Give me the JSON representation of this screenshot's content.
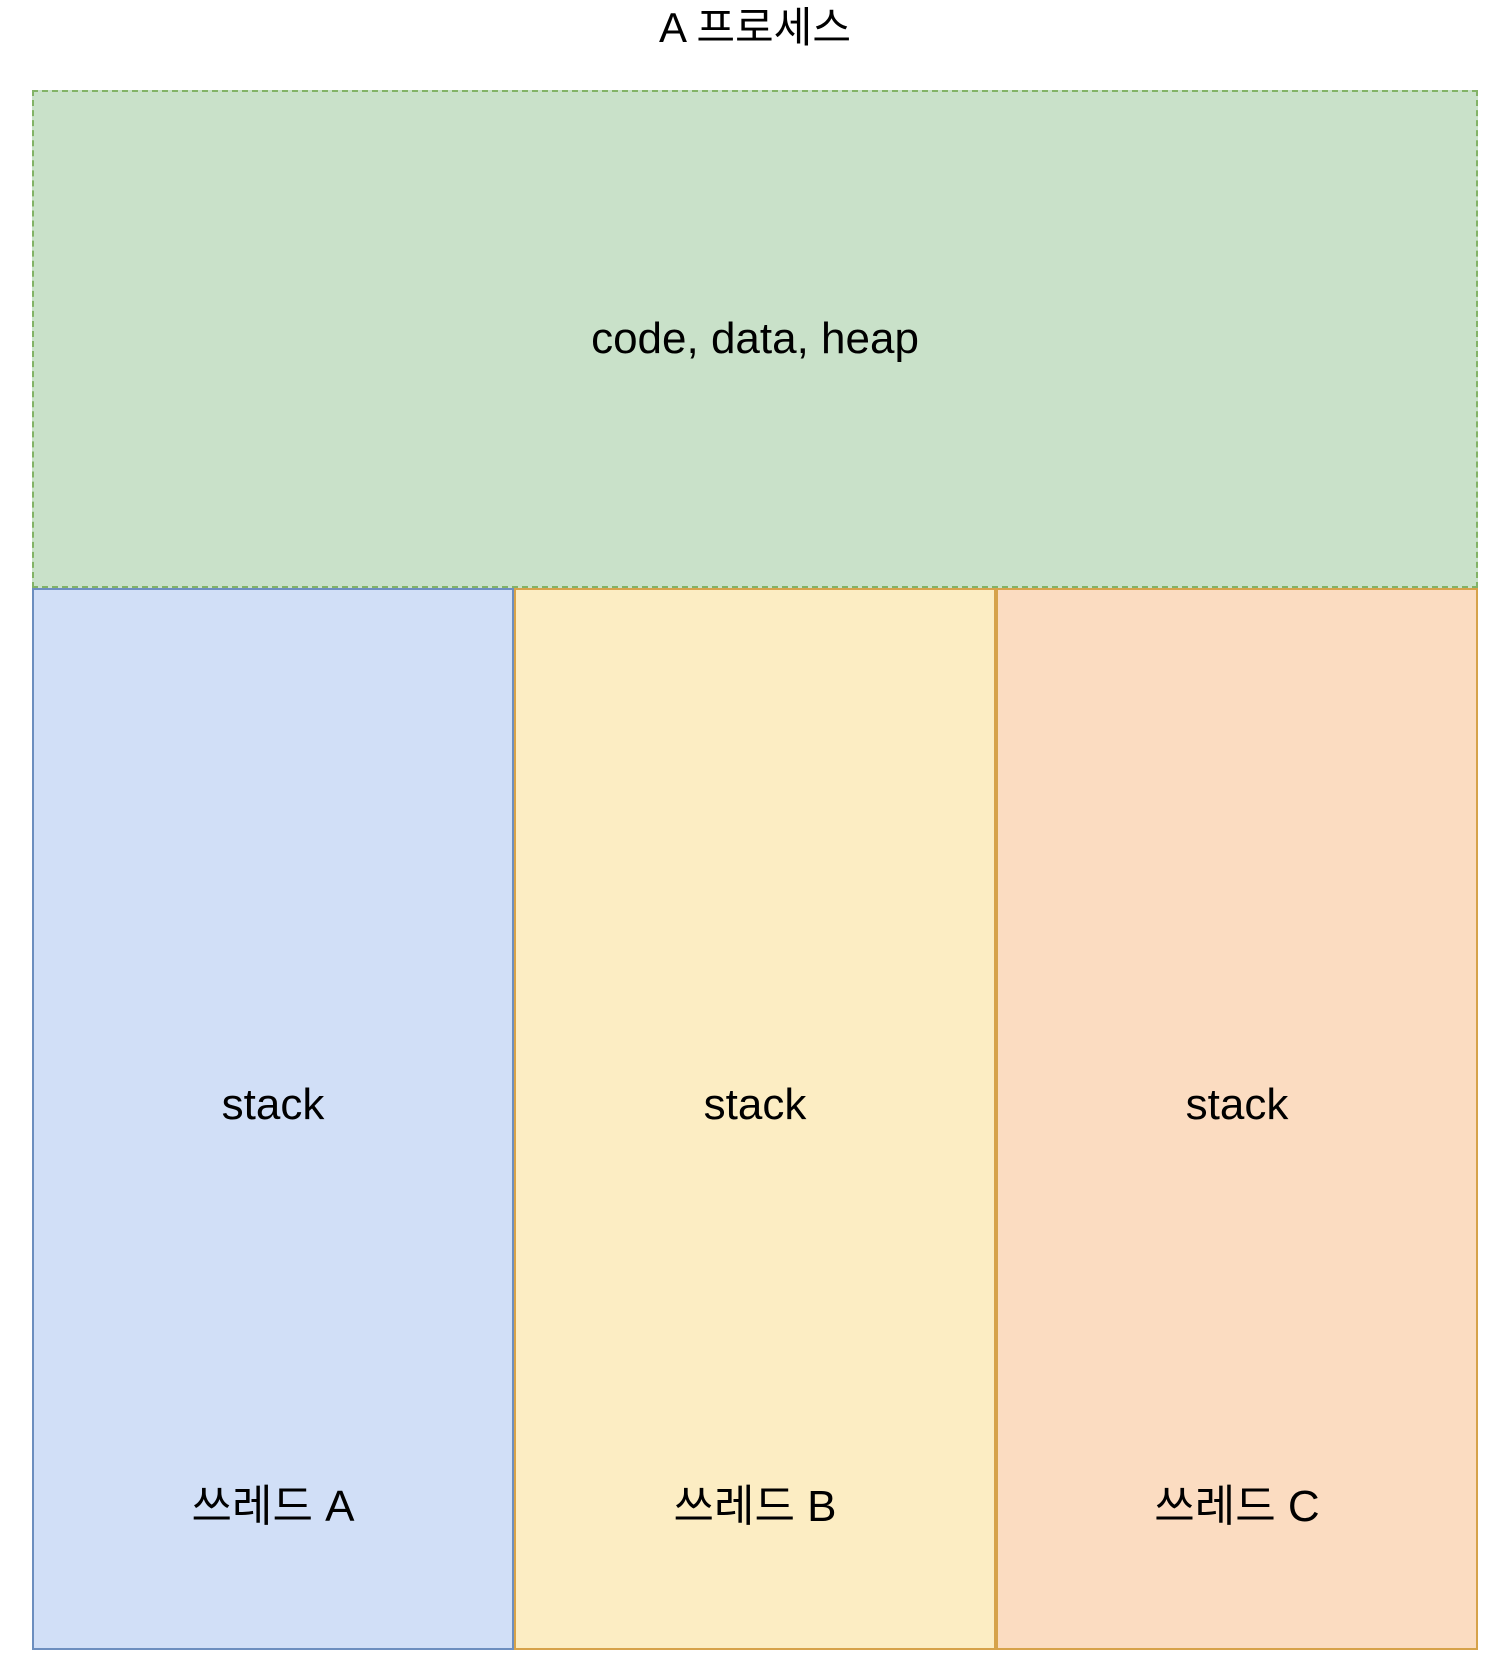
{
  "diagram": {
    "title": "A 프로세스",
    "shared": {
      "label": "code, data, heap",
      "fill": "#c9e1c9",
      "border": "#82b366"
    },
    "threads": [
      {
        "stack_label": "stack",
        "name": "쓰레드 A",
        "fill": "#d1dff7",
        "border": "#6c8ebf"
      },
      {
        "stack_label": "stack",
        "name": "쓰레드 B",
        "fill": "#fcedc3",
        "border": "#d6a24a"
      },
      {
        "stack_label": "stack",
        "name": "쓰레드 C",
        "fill": "#fbdcc1",
        "border": "#d6a24a"
      }
    ]
  }
}
